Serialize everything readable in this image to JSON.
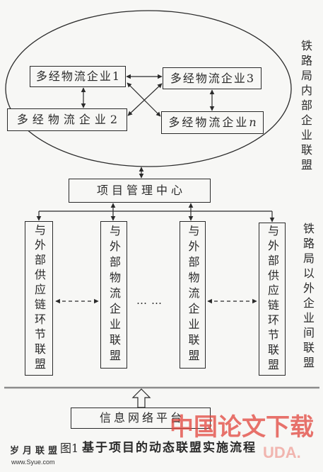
{
  "internal_alliance": {
    "side_label": "铁路局内部企业联盟",
    "enterprise_1": {
      "label": "多经物流企业",
      "num": "1"
    },
    "enterprise_2": {
      "label": "多经物流企业",
      "num": "2"
    },
    "enterprise_3": {
      "label": "多经物流企业",
      "num": "3"
    },
    "enterprise_n": {
      "label": "多经物流企业",
      "num": "n"
    }
  },
  "project_center": {
    "label": "项目管理中心"
  },
  "external_alliance": {
    "side_label": "铁路局以外企业间联盟",
    "boxes": [
      {
        "label": "与外部供应链环节联盟"
      },
      {
        "label": "与外部物流企业联盟"
      },
      {
        "label": "与外部物流企业联盟"
      },
      {
        "label": "与外部供应链环节联盟"
      }
    ],
    "ellipsis": "……"
  },
  "platform": {
    "label": "信息网络平台"
  },
  "caption": {
    "fig_no": "图1",
    "title": "基于项目的动态联盟实施流程"
  },
  "watermarks": {
    "cnlw_title": "中国论文下载",
    "cnlw_url": "UDA.",
    "syue_title": "岁月联盟",
    "syue_url": "www.Syue.com"
  },
  "colors": {
    "ink": "#2a2a2a",
    "background": "#f7f7f5",
    "divider": "#8c8c8c",
    "watermark": "#e2453c",
    "watermark_light": "#f1aaa3"
  }
}
